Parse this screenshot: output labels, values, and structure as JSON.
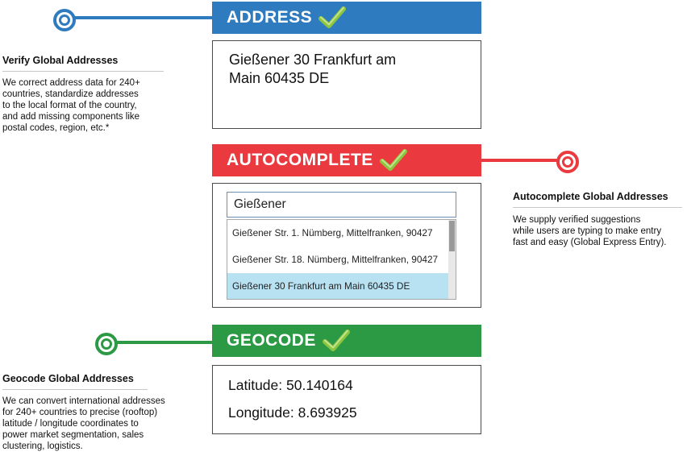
{
  "colors": {
    "address": "#2f7bbf",
    "autocomplete": "#ea3a3f",
    "geocode": "#2c9a45",
    "check": "#8cc63f"
  },
  "address": {
    "header": "ADDRESS",
    "value_line1": "Gießener 30 Frankfurt am",
    "value_line2": "Main 60435 DE",
    "side_title": "Verify Global Addresses",
    "side_lines": [
      "We correct address data for 240+",
      "countries, standardize addresses",
      "to the local format of the country,",
      "and add missing components like",
      "postal codes, region, etc.*"
    ]
  },
  "autocomplete": {
    "header": "AUTOCOMPLETE",
    "input_value": "Gießener",
    "suggestions": [
      "Gießener Str. 1. Nümberg, Mittelfranken, 90427",
      "Gießener Str. 18. Nümberg, Mittelfranken, 90427",
      "Gießener 30 Frankfurt am Main 60435 DE"
    ],
    "side_title": "Autocomplete Global Addresses",
    "side_lines": [
      "We supply verified suggestions",
      "while users are typing to make entry",
      "fast and easy (Global Express Entry)."
    ]
  },
  "geocode": {
    "header": "GEOCODE",
    "latitude": "Latitude: 50.140164",
    "longitude": "Longitude: 8.693925",
    "side_title": "Geocode Global Addresses",
    "side_lines": [
      "We can convert international addresses",
      "for 240+ countries to precise (rooftop)",
      "latitude / longitude coordinates to",
      "power market segmentation, sales",
      "clustering, logistics."
    ]
  },
  "icons": {
    "check": "check-icon",
    "connector": "circle-node-icon"
  }
}
